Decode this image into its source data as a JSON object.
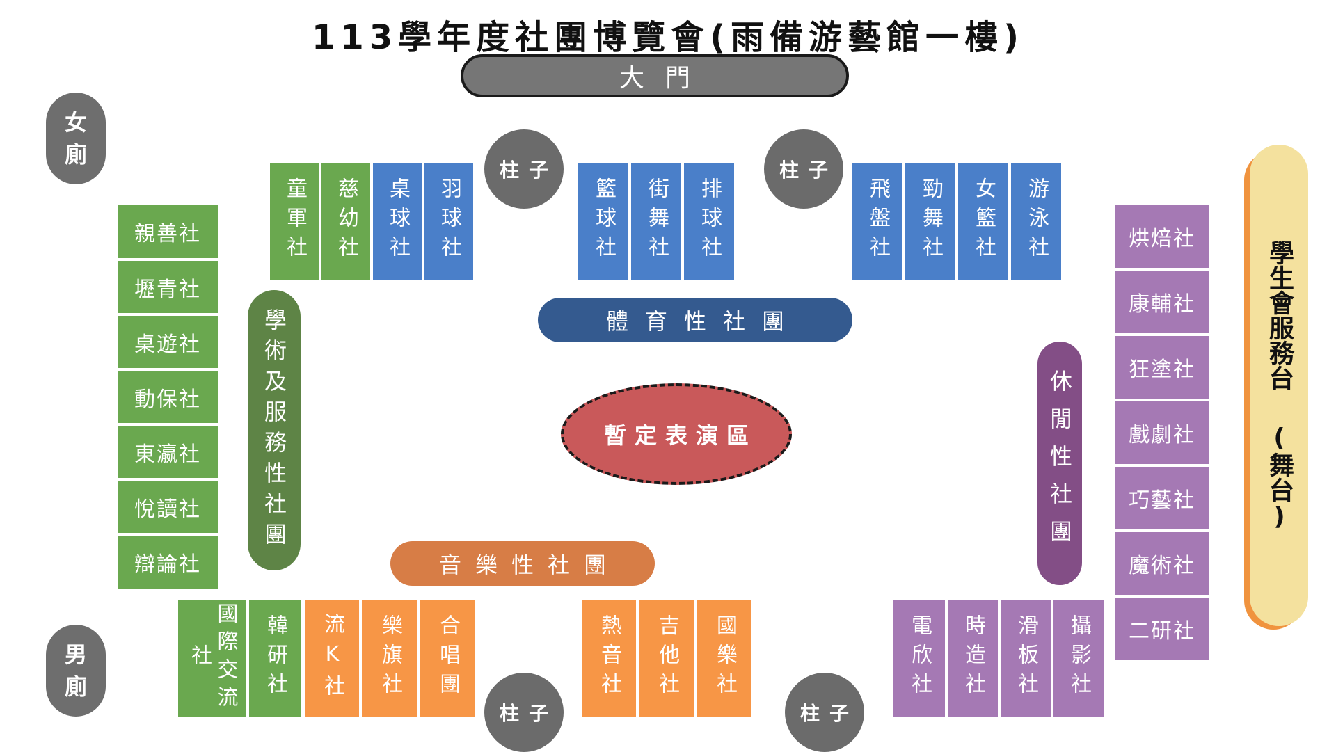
{
  "title": "113學年度社團博覽會(雨備游藝館一樓)",
  "gate": "大門",
  "toilets": {
    "women": [
      "女",
      "廁"
    ],
    "men": [
      "男",
      "廁"
    ]
  },
  "pillar_label": "柱子",
  "sections": {
    "sports": "體育性社團",
    "music": "音樂性社團",
    "academic": "學術及服務性社團",
    "leisure": "休閒性社團"
  },
  "stage": "暫定表演區",
  "service_desk": {
    "main": "學生會服務台",
    "sub": "(舞台)"
  },
  "colors": {
    "academic": "#6aa84f",
    "sports": "#4a7fc9",
    "music": "#f79646",
    "leisure": "#a579b4",
    "service": "#f4e19e"
  },
  "booths": {
    "top_left": [
      "童軍社",
      "慈幼社",
      "桌球社",
      "羽球社"
    ],
    "top_center": [
      "籃球社",
      "街舞社",
      "排球社"
    ],
    "top_right": [
      "飛盤社",
      "勁舞社",
      "女籃社",
      "游泳社"
    ],
    "left_column": [
      "親善社",
      "壢青社",
      "桌遊社",
      "動保社",
      "東瀛社",
      "悅讀社",
      "辯論社"
    ],
    "right_column": [
      "烘焙社",
      "康輔社",
      "狂塗社",
      "戲劇社",
      "巧藝社",
      "魔術社",
      "二研社"
    ],
    "bottom_left": [
      "國際交流社",
      "韓研社",
      "流K社",
      "樂旗社",
      "合唱團"
    ],
    "bottom_center": [
      "熱音社",
      "吉他社",
      "國樂社"
    ],
    "bottom_right": [
      "電欣社",
      "時造社",
      "滑板社",
      "攝影社"
    ]
  }
}
